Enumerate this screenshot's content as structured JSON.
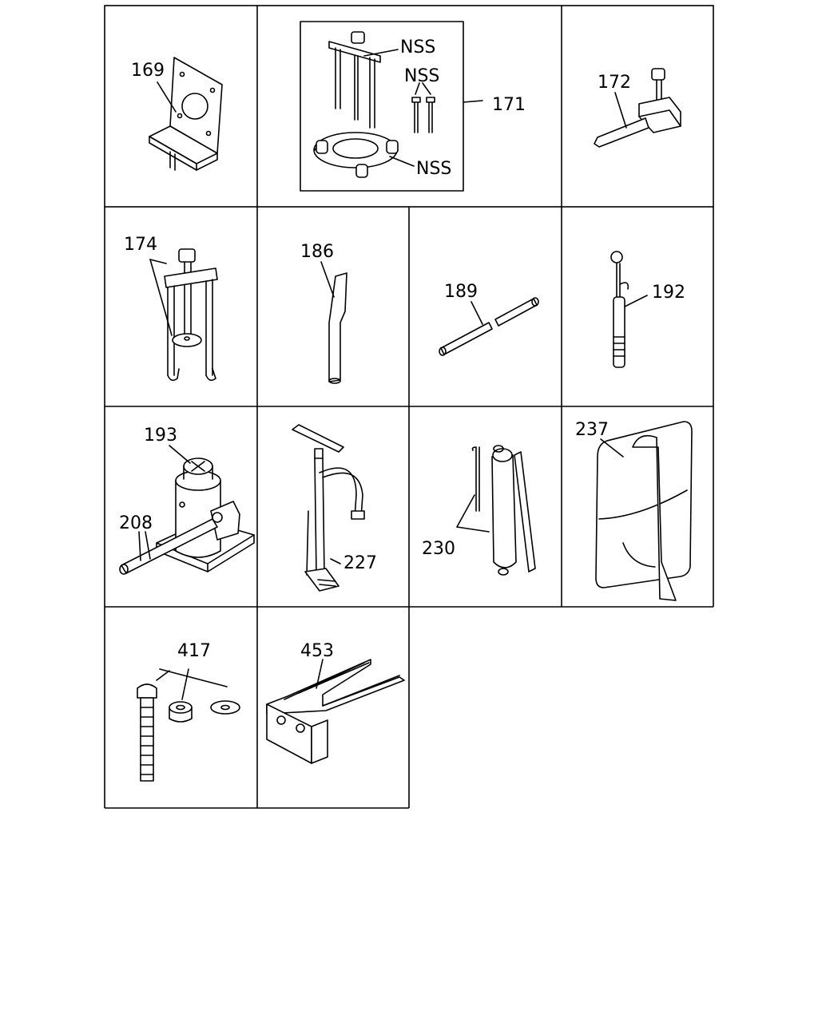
{
  "colors": {
    "line": "#000000",
    "background": "#ffffff"
  },
  "callouts": {
    "p169": "169",
    "p171": "171",
    "nss_a": "NSS",
    "nss_b": "NSS",
    "nss_c": "NSS",
    "p172": "172",
    "p174": "174",
    "p186": "186",
    "p189": "189",
    "p192": "192",
    "p193": "193",
    "p208": "208",
    "p227": "227",
    "p230": "230",
    "p237": "237",
    "p417": "417",
    "p453": "453"
  }
}
